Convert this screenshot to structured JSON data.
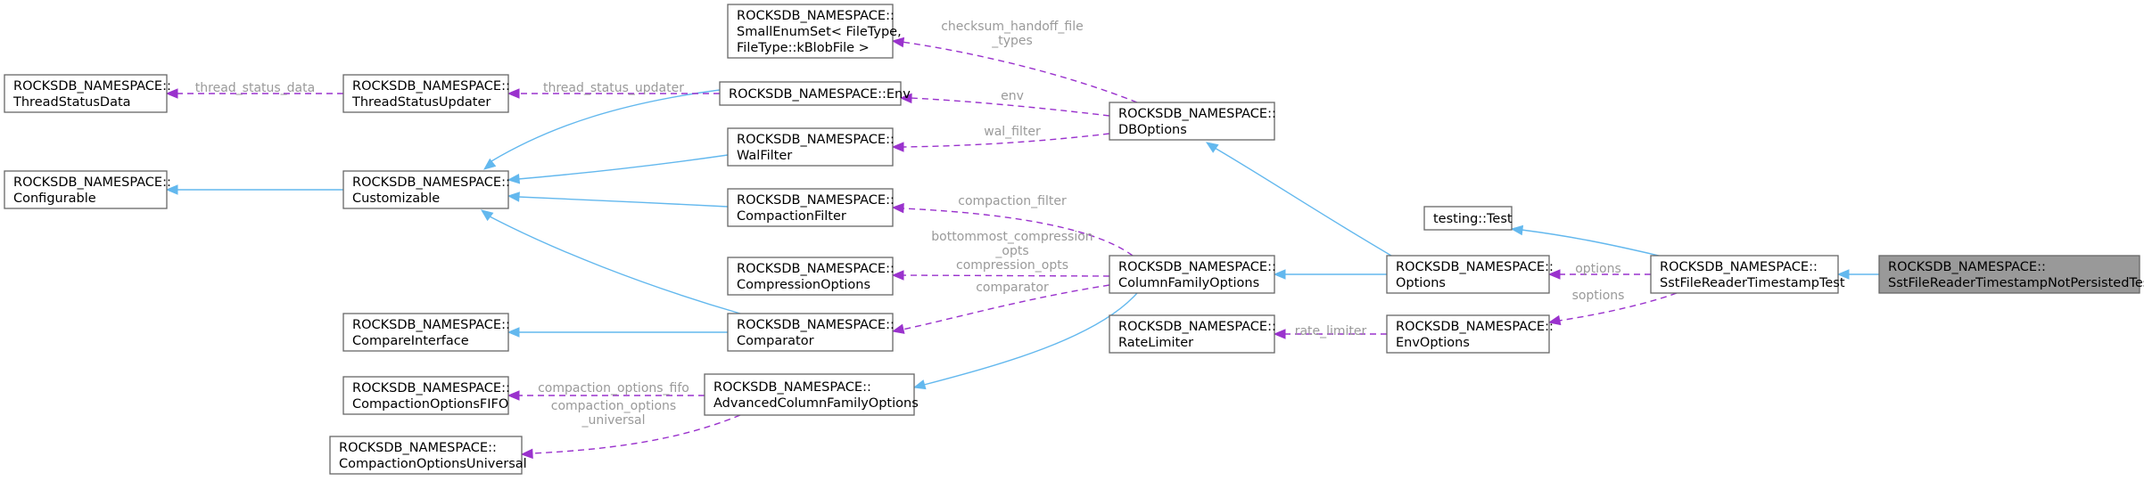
{
  "nodes": {
    "thread_status_data": [
      "ROCKSDB_NAMESPACE::",
      "ThreadStatusData"
    ],
    "configurable": [
      "ROCKSDB_NAMESPACE::",
      "Configurable"
    ],
    "thread_status_updater": [
      "ROCKSDB_NAMESPACE::",
      "ThreadStatusUpdater"
    ],
    "customizable": [
      "ROCKSDB_NAMESPACE::",
      "Customizable"
    ],
    "compare_interface": [
      "ROCKSDB_NAMESPACE::",
      "CompareInterface"
    ],
    "compaction_options_fifo": [
      "ROCKSDB_NAMESPACE::",
      "CompactionOptionsFIFO"
    ],
    "compaction_options_universal": [
      "ROCKSDB_NAMESPACE::",
      "CompactionOptionsUniversal"
    ],
    "small_enum_set": [
      "ROCKSDB_NAMESPACE::",
      "SmallEnumSet< FileType,",
      "FileType::kBlobFile >"
    ],
    "env": [
      "ROCKSDB_NAMESPACE::Env"
    ],
    "wal_filter": [
      "ROCKSDB_NAMESPACE::",
      "WalFilter"
    ],
    "compaction_filter": [
      "ROCKSDB_NAMESPACE::",
      "CompactionFilter"
    ],
    "compression_options": [
      "ROCKSDB_NAMESPACE::",
      "CompressionOptions"
    ],
    "comparator": [
      "ROCKSDB_NAMESPACE::",
      "Comparator"
    ],
    "advanced_cf_options": [
      "ROCKSDB_NAMESPACE::",
      "AdvancedColumnFamilyOptions"
    ],
    "db_options": [
      "ROCKSDB_NAMESPACE::",
      "DBOptions"
    ],
    "cf_options": [
      "ROCKSDB_NAMESPACE::",
      "ColumnFamilyOptions"
    ],
    "rate_limiter": [
      "ROCKSDB_NAMESPACE::",
      "RateLimiter"
    ],
    "testing_test": [
      "testing::Test"
    ],
    "options": [
      "ROCKSDB_NAMESPACE::",
      "Options"
    ],
    "env_options": [
      "ROCKSDB_NAMESPACE::",
      "EnvOptions"
    ],
    "sst_reader_test": [
      "ROCKSDB_NAMESPACE::",
      "SstFileReaderTimestampTest"
    ],
    "sst_reader_not_persisted": [
      "ROCKSDB_NAMESPACE::",
      "SstFileReaderTimestampNotPersistedTest"
    ]
  },
  "edge_labels": {
    "thread_status_data": [
      "thread_status_data"
    ],
    "thread_status_updater": [
      "thread_status_updater"
    ],
    "checksum_handoff": [
      "checksum_handoff_file",
      "_types"
    ],
    "env": [
      "env"
    ],
    "wal_filter": [
      "wal_filter"
    ],
    "compaction_filter": [
      "compaction_filter"
    ],
    "bottommost_compression": [
      "bottommost_compression",
      "_opts",
      "compression_opts"
    ],
    "comparator": [
      "comparator"
    ],
    "compaction_options_fifo": [
      "compaction_options_fifo"
    ],
    "compaction_options_universal": [
      "compaction_options",
      "_universal"
    ],
    "rate_limiter": [
      "rate_limiter"
    ],
    "options": [
      "options"
    ],
    "soptions": [
      "soptions"
    ]
  },
  "colors": {
    "inheritance": "#63b8ee",
    "member": "#9a32cd",
    "highlight_fill": "#999999",
    "edge_label": "#9a9a9a"
  }
}
